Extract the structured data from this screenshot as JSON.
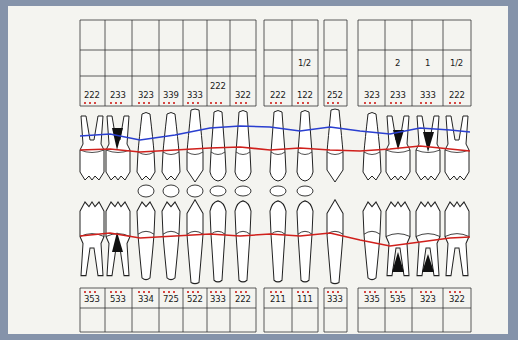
{
  "diagram": {
    "labels": [
      "1/2",
      "2",
      "1",
      "1/2",
      "222",
      "222",
      "233",
      "323",
      "339",
      "333",
      "322",
      "222",
      "122",
      "252",
      "323",
      "233",
      "333",
      "222",
      "353",
      "533",
      "334",
      "725",
      "522",
      "333",
      "222",
      "211",
      "111",
      "333",
      "335",
      "535",
      "323",
      "322"
    ]
  }
}
